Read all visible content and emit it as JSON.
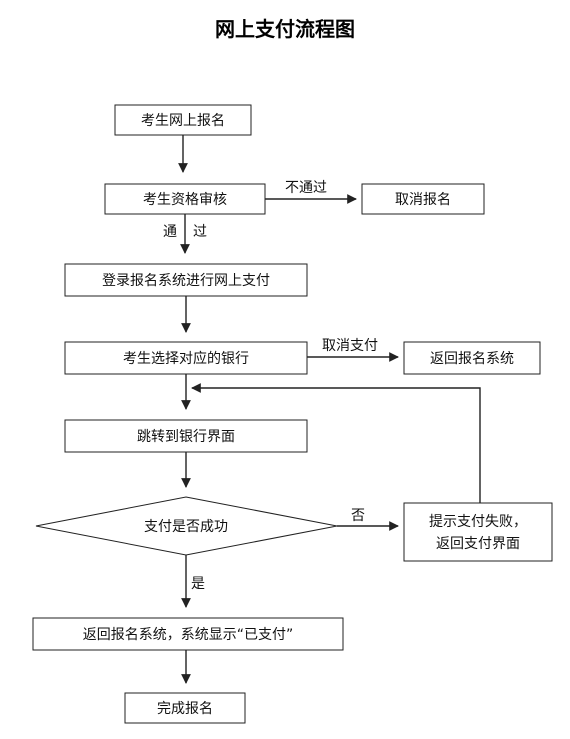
{
  "title": "网上支付流程图",
  "nodes": {
    "apply": "考生网上报名",
    "review": "考生资格审核",
    "cancel_apply": "取消报名",
    "login_pay": "登录报名系统进行网上支付",
    "choose_bank": "考生选择对应的银行",
    "return_system": "返回报名系统",
    "jump_bank": "跳转到银行界面",
    "pay_success": "支付是否成功",
    "fail_line1": "提示支付失败，",
    "fail_line2": "返回支付界面",
    "show_paid": "返回报名系统，系统显示“已支付”",
    "complete": "完成报名"
  },
  "edge_labels": {
    "not_pass": "不通过",
    "pass_1": "通",
    "pass_2": "过",
    "cancel_pay": "取消支付",
    "no": "否",
    "yes": "是"
  },
  "colors": {
    "line": "#222222",
    "text": "#111111",
    "background": "#ffffff"
  }
}
